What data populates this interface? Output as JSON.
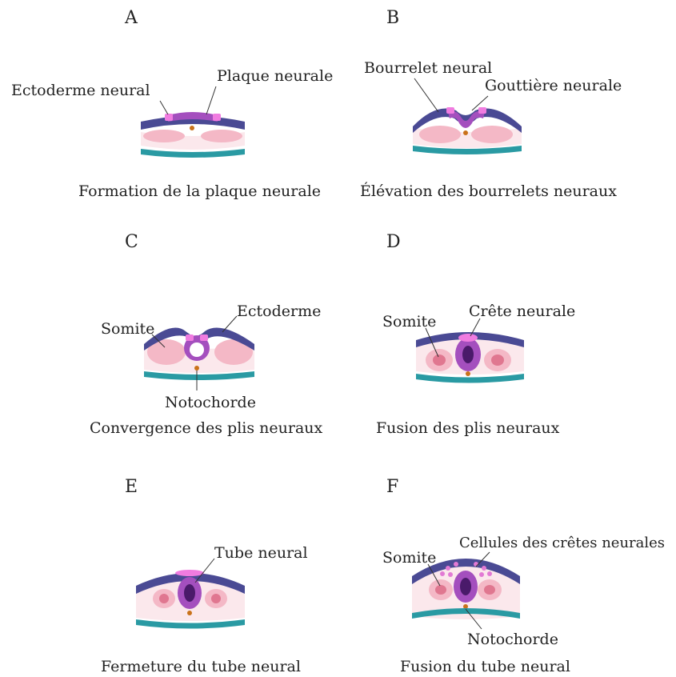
{
  "colors": {
    "ectoderm": "#4a4a94",
    "neural_plate": "#a44fbe",
    "neural_crest": "#f07ce0",
    "mesoderm": "#f4b8c6",
    "somite": "#e07790",
    "endoderm": "#2a9aa3",
    "tissue_bg": "#fbe8ec",
    "notochord": "#c9721a",
    "lumen": "#4a1a6a"
  },
  "panels": [
    {
      "letter": "A",
      "caption": "Formation de la plaque neurale",
      "labels": [
        "Ectoderme neural",
        "Plaque neurale"
      ]
    },
    {
      "letter": "B",
      "caption": "Élévation des bourrelets neuraux",
      "labels": [
        "Bourrelet neural",
        "Gouttière neurale"
      ]
    },
    {
      "letter": "C",
      "caption": "Convergence des plis neuraux",
      "labels": [
        "Somite",
        "Ectoderme",
        "Notochorde"
      ]
    },
    {
      "letter": "D",
      "caption": "Fusion des plis neuraux",
      "labels": [
        "Somite",
        "Crête neurale"
      ]
    },
    {
      "letter": "E",
      "caption": "Fermeture du tube neural",
      "labels": [
        "Tube neural"
      ]
    },
    {
      "letter": "F",
      "caption": "Fusion du tube neural",
      "labels": [
        "Somite",
        "Cellules des crêtes neurales",
        "Notochorde"
      ]
    }
  ]
}
